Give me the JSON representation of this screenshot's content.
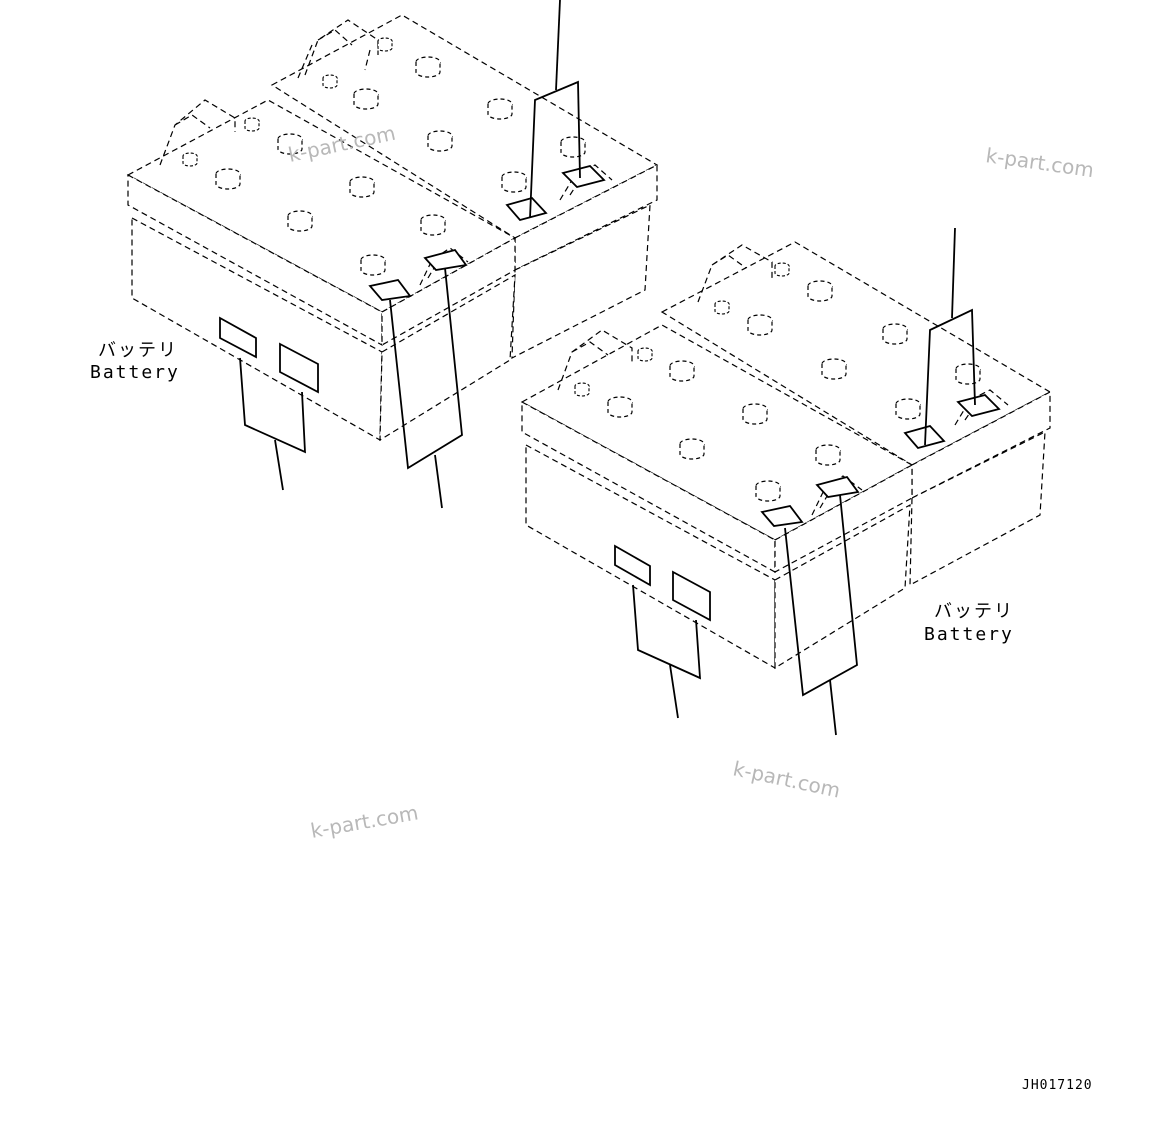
{
  "labels": {
    "battery_left_jp": "バッテリ",
    "battery_left_en": "Battery",
    "battery_right_jp": "バッテリ",
    "battery_right_en": "Battery"
  },
  "watermarks": [
    "k-part.com",
    "k-part.com",
    "k-part.com",
    "k-part.com"
  ],
  "drawing_number": "JH017120",
  "colors": {
    "line": "#000000",
    "watermark": "#b8b8b8",
    "background": "#ffffff"
  }
}
